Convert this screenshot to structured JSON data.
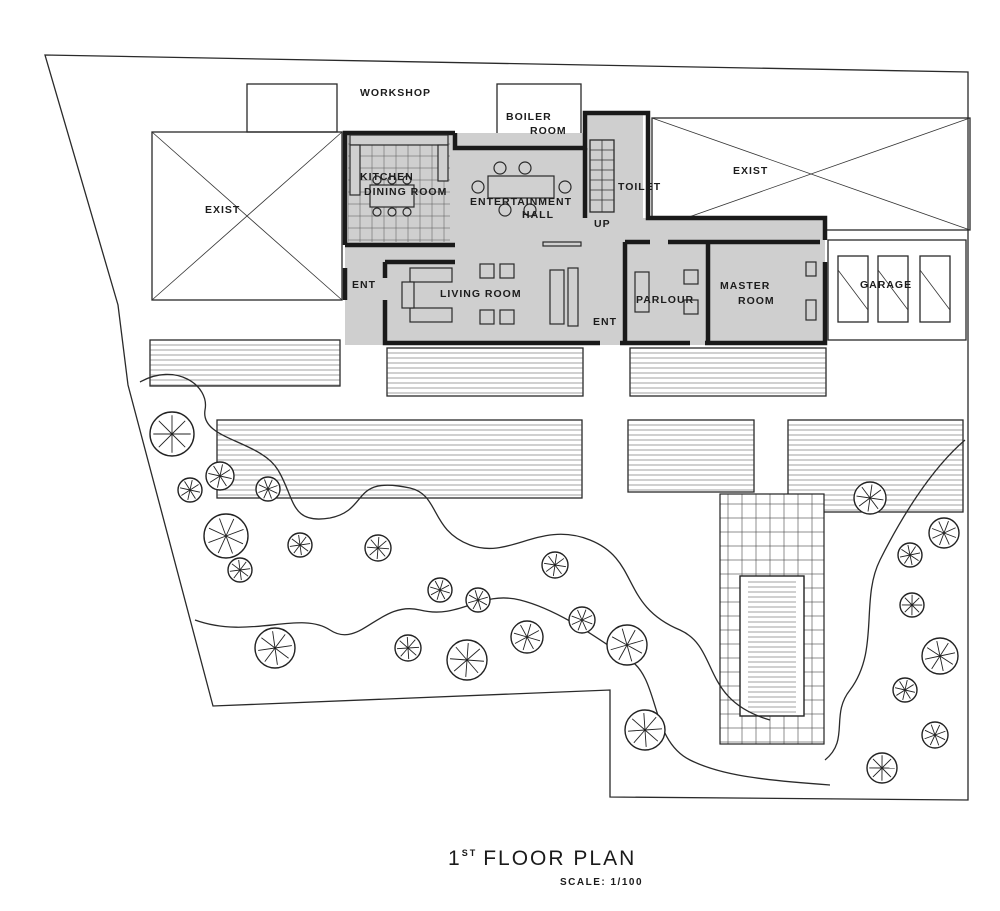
{
  "title": {
    "main_number": "1",
    "superscript": "ST",
    "main_text": "FLOOR PLAN",
    "scale": "SCALE: 1/100"
  },
  "rooms": {
    "workshop": "WORKSHOP",
    "boiler_line1": "BOILER",
    "boiler_line2": "ROOM",
    "exist_left": "EXIST",
    "exist_right": "EXIST",
    "kitchen_line1": "KITCHEN",
    "kitchen_line2": "DINING ROOM",
    "entertainment_line1": "ENTERTAINMENT",
    "entertainment_line2": "HALL",
    "toilet": "TOILET",
    "up": "UP",
    "living_room": "LIVING ROOM",
    "ent_left": "ENT",
    "ent_right": "ENT",
    "parlour": "PARLOUR",
    "master_line1": "MASTER",
    "master_line2": "ROOM",
    "garage": "GARAGE"
  },
  "colors": {
    "ink": "#1a1a1a",
    "shaded_floor": "#cfcfcf",
    "paper": "#ffffff"
  }
}
